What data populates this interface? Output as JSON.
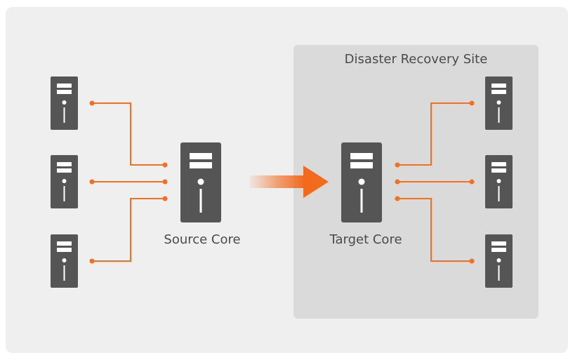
{
  "title": "Disaster Recovery Site",
  "source_core": {
    "label": "Source Core"
  },
  "target_core": {
    "label": "Target Core"
  },
  "colors": {
    "panel": "#efefef",
    "site": "#dadada",
    "server": "#555555",
    "connector": "#f37021",
    "arrow": "#f26b1d"
  },
  "source_servers": [
    "server-icon",
    "server-icon",
    "server-icon"
  ],
  "target_servers": [
    "server-icon",
    "server-icon",
    "server-icon"
  ]
}
